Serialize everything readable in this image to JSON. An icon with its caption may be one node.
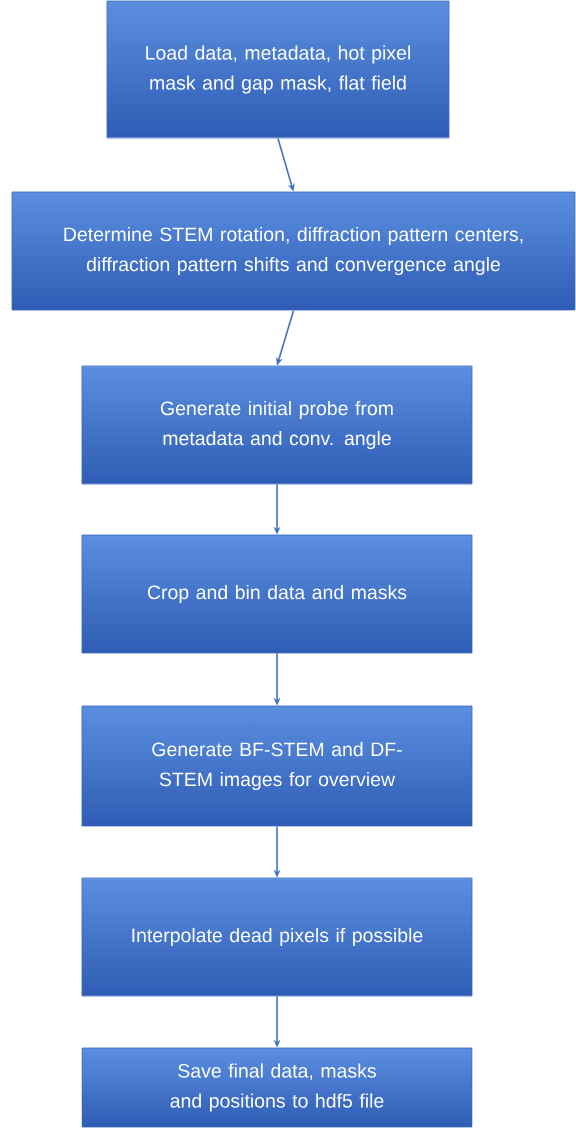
{
  "diagram": {
    "nodes": [
      {
        "text": [
          "Load data, metadata, hot pixel mask and gap mask, flat field"
        ]
      },
      {
        "text": [
          "Determine STEM rotation, diffraction pattern centers, diffraction pattern shifts and convergence angle"
        ]
      },
      {
        "text": [
          "Generate initial probe from metadata and conv. angle"
        ]
      },
      {
        "text": [
          "Crop and bin data and masks"
        ]
      },
      {
        "text": [
          "Generate BF-STEM and DF-STEM images for overview"
        ]
      },
      {
        "text": [
          "Interpolate dead pixels if possible"
        ]
      },
      {
        "text": [
          "Save final data, masks and positions to hdf5 file"
        ]
      }
    ],
    "edges": [
      {
        "from": 0,
        "to": 1,
        "arrow": "to"
      },
      {
        "from": 1,
        "to": 2,
        "arrow": "to"
      },
      {
        "from": 2,
        "to": 3,
        "arrow": "to"
      },
      {
        "from": 3,
        "to": 4,
        "arrow": "to"
      },
      {
        "from": 4,
        "to": 5,
        "arrow": "to"
      },
      {
        "from": 5,
        "to": 6,
        "arrow": "to"
      }
    ]
  }
}
